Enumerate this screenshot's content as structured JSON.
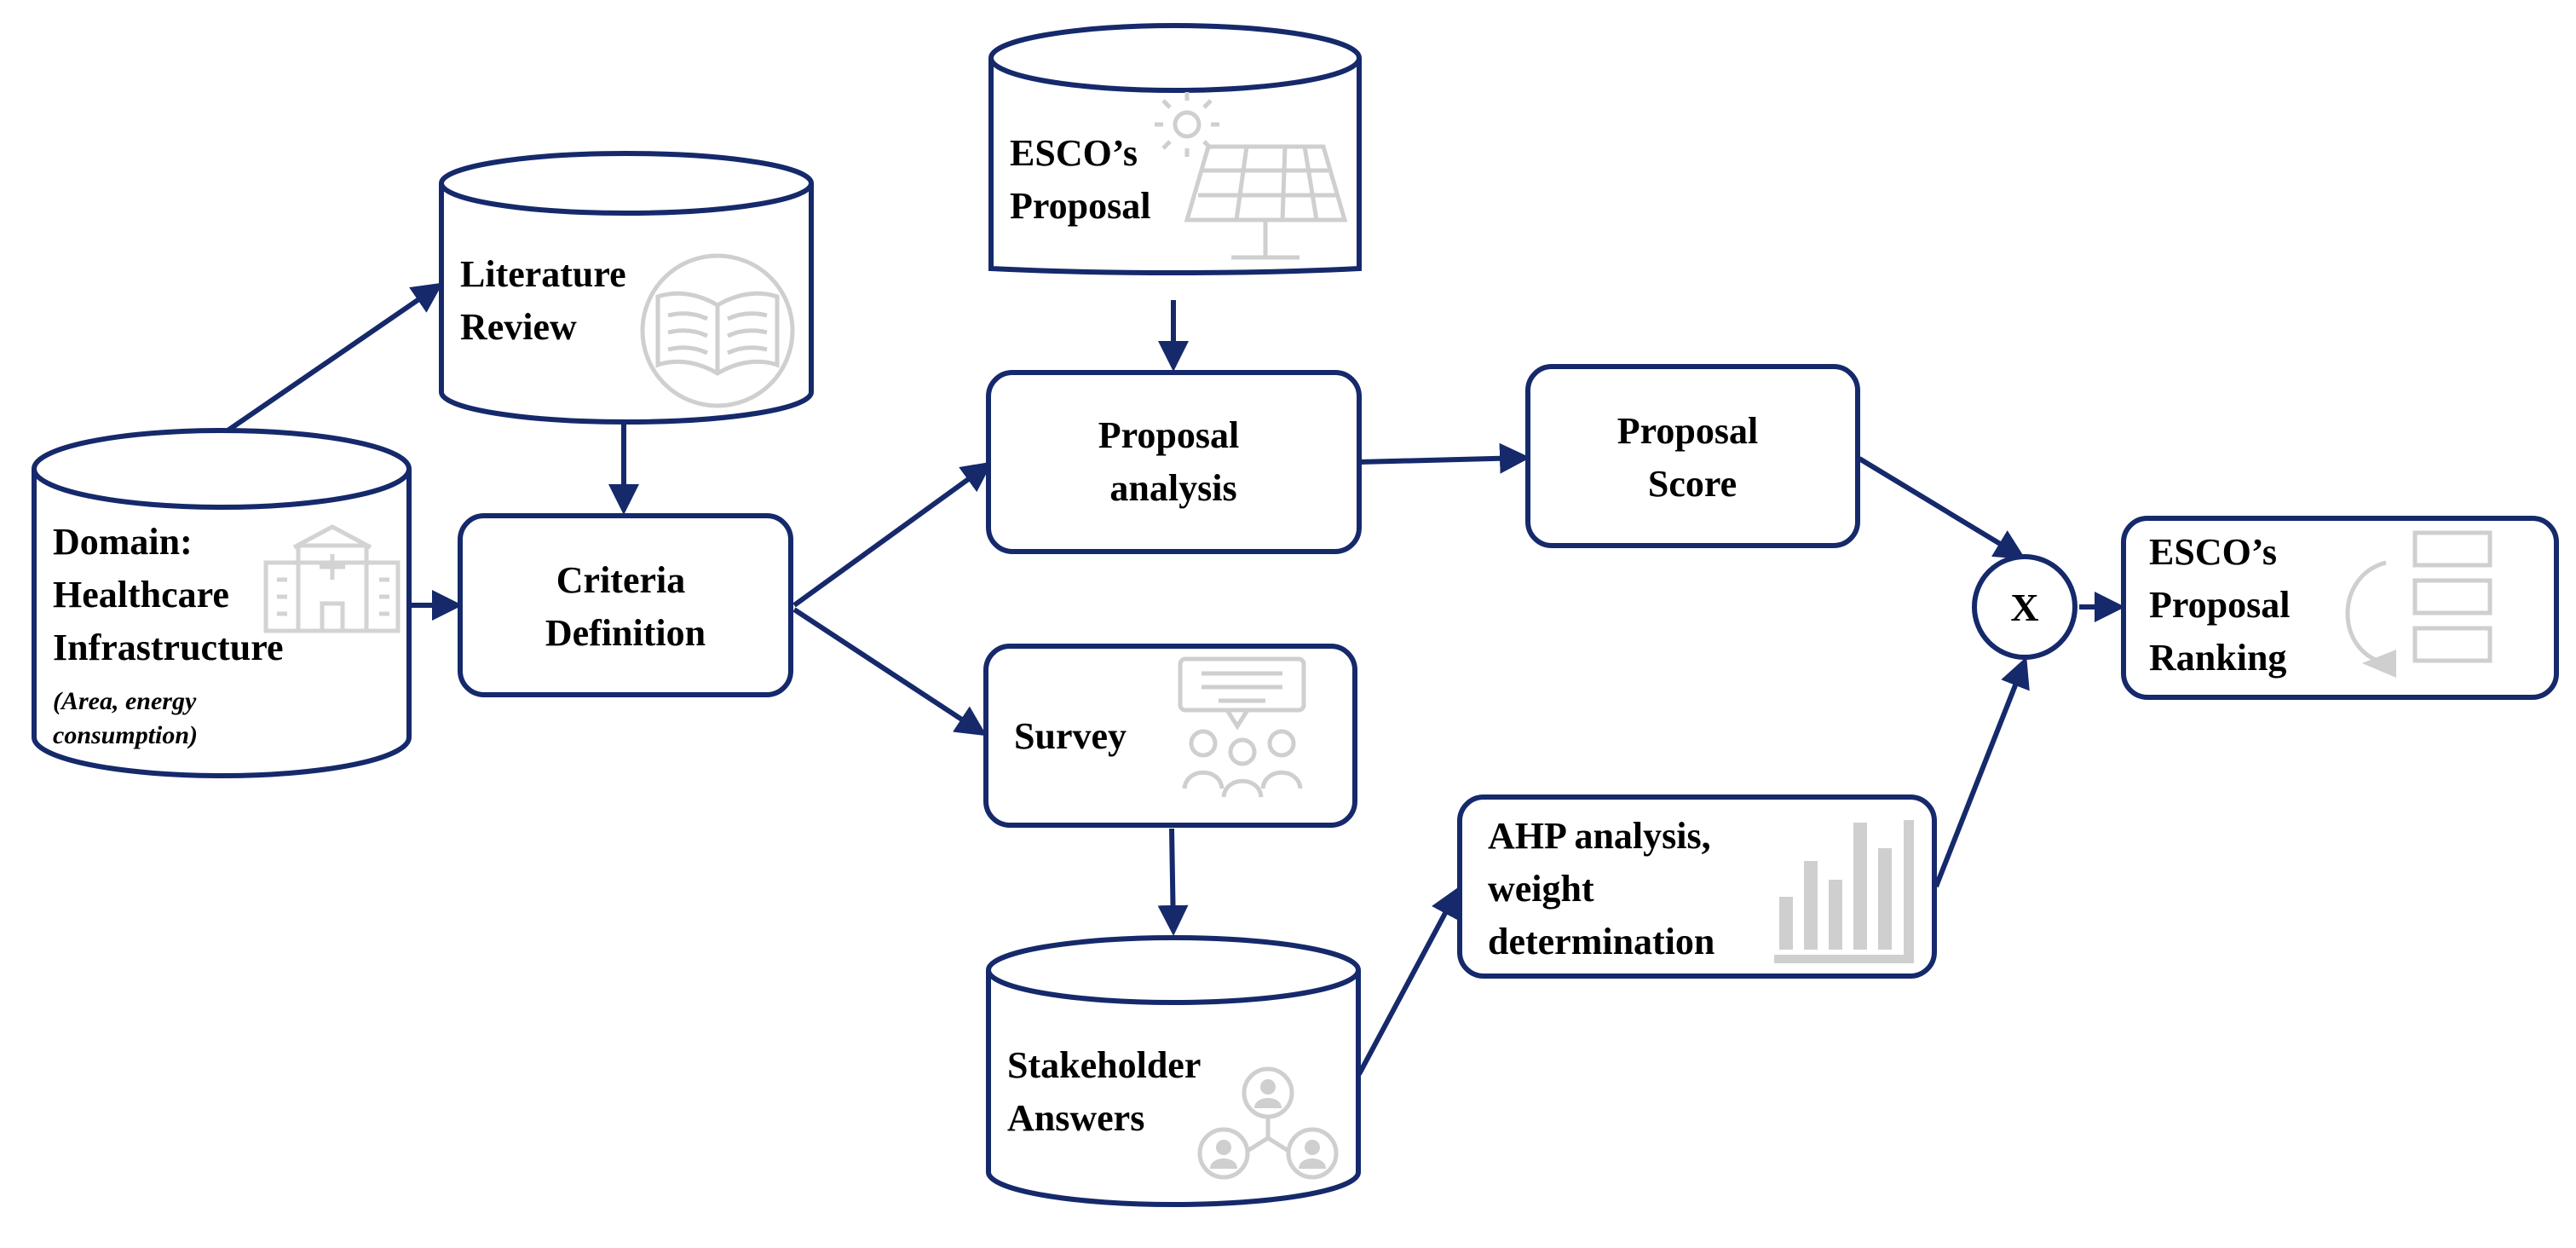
{
  "nodes": {
    "domain": {
      "title_lines": [
        "Domain:",
        "Healthcare",
        "Infrastructure"
      ],
      "subtitle_lines": [
        "(Area, energy",
        "consumption)"
      ],
      "icon": "hospital-icon"
    },
    "literature_review": {
      "lines": [
        "Literature",
        "Review"
      ],
      "icon": "book-icon"
    },
    "criteria_definition": {
      "lines": [
        "Criteria",
        "Definition"
      ]
    },
    "esco_proposal": {
      "lines": [
        "ESCO’s",
        "Proposal"
      ],
      "icon": "solar-panel-icon"
    },
    "proposal_analysis": {
      "lines": [
        "Proposal",
        "analysis"
      ]
    },
    "survey": {
      "lines": [
        "Survey"
      ],
      "icon": "survey-group-icon"
    },
    "stakeholder_answers": {
      "lines": [
        "Stakeholder",
        "Answers"
      ],
      "icon": "stakeholder-network-icon"
    },
    "proposal_score": {
      "lines": [
        "Proposal",
        "Score"
      ]
    },
    "ahp_analysis": {
      "lines": [
        "AHP analysis,",
        "weight",
        "determination"
      ],
      "icon": "bar-chart-icon"
    },
    "multiply": {
      "symbol": "X"
    },
    "ranking": {
      "lines": [
        "ESCO’s",
        "Proposal",
        "Ranking"
      ],
      "icon": "ranking-list-icon"
    }
  },
  "colors": {
    "stroke": "#15296b",
    "icon": "#cfcfcf",
    "text": "#000000",
    "background": "#ffffff"
  }
}
